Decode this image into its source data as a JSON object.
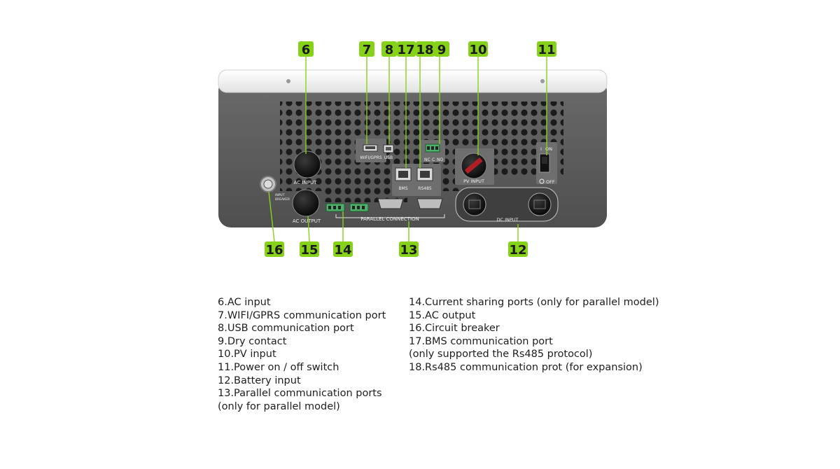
{
  "colors": {
    "badge_green": "#86d21b",
    "badge_text": "#1a1a1a",
    "body_gray": "#5c5c5c",
    "top_white": "#f4f4f4"
  },
  "panel_labels": {
    "wifi_gprs": "WIFI/GPRS",
    "usb": "USB",
    "nc": "NC",
    "c": "C",
    "no": "NO",
    "bms": "BMS",
    "rs485": "RS485",
    "ac_input": "AC   INPUT",
    "ac_output": "AC   OUTPUT",
    "pv_input": "PV INPUT",
    "dc_input": "DC   INPUT",
    "parallel_connection": "PARALLEL   CONNECTION",
    "input_breaker_1": "INPUT",
    "input_breaker_2": "BREAKER",
    "on": "ON",
    "off": "OFF",
    "switch_i": "I"
  },
  "callouts": {
    "c6": "6",
    "c7": "7",
    "c8": "8",
    "c17": "17",
    "c18": "18",
    "c9": "9",
    "c10": "10",
    "c11": "11",
    "c16": "16",
    "c15": "15",
    "c14": "14",
    "c13": "13",
    "c12": "12"
  },
  "legend": {
    "left": [
      "6.AC input",
      "7.WIFI/GPRS communication port",
      "8.USB communication port",
      "9.Dry contact",
      "10.PV input",
      "11.Power on / off switch",
      "12.Battery input",
      "13.Parallel communication ports",
      "(only for parallel model)"
    ],
    "right": [
      "14.Current sharing ports (only for parallel model)",
      "15.AC output",
      "16.Circuit breaker",
      "17.BMS communication  port",
      "(only supported the Rs485 protocol)",
      "18.Rs485 communication prot (for expansion)"
    ]
  }
}
